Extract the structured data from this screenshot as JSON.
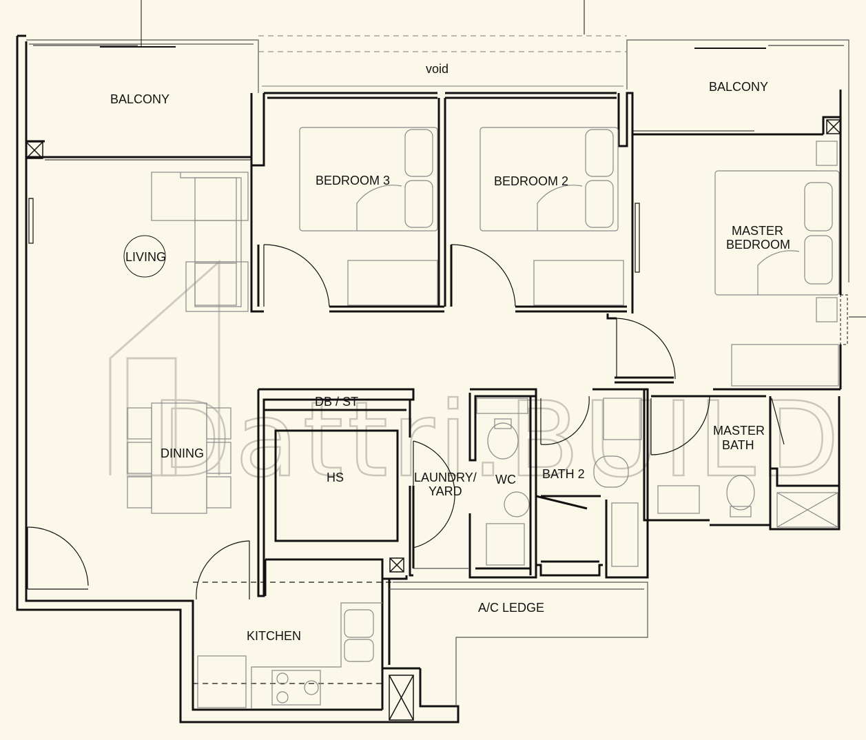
{
  "plan": {
    "bg_color": "#fcf8e9",
    "wall_color": "#111111",
    "watermark": "Dattri.BUILD",
    "rooms": {
      "balcony_left": "BALCONY",
      "void": "void",
      "balcony_right": "BALCONY",
      "bedroom3": "BEDROOM 3",
      "bedroom2": "BEDROOM 2",
      "master_bedroom_1": "MASTER",
      "master_bedroom_2": "BEDROOM",
      "living": "LIVING",
      "dining": "DINING",
      "db_st": "DB / ST",
      "hs": "HS",
      "laundry_1": "LAUNDRY/",
      "laundry_2": "YARD",
      "wc": "WC",
      "bath2": "BATH 2",
      "master_bath_1": "MASTER",
      "master_bath_2": "BATH",
      "kitchen": "KITCHEN",
      "ac_ledge": "A/C LEDGE"
    }
  }
}
